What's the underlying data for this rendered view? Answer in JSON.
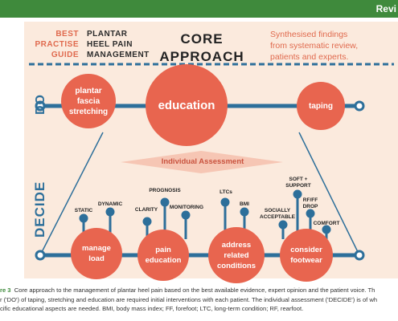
{
  "journal_header": "Revi",
  "header": {
    "left_words": [
      "BEST",
      "PRACTISE",
      "GUIDE"
    ],
    "right_words": [
      "PLANTAR",
      "HEEL PAIN",
      "MANAGEMENT"
    ],
    "title_line1": "CORE",
    "title_line2": "APPROACH",
    "synthesis_lines": [
      "Synthesised findings",
      "from systematic review,",
      "patients and experts."
    ]
  },
  "do_label": "DO",
  "decide_label": "DECIDE",
  "do_nodes": {
    "stretching": "plantar fascia stretching",
    "education": "education",
    "taping": "taping"
  },
  "individual_assessment": "Individual Assessment",
  "decide_nodes": {
    "manage_load": "manage load",
    "pain_education": "pain education",
    "address_conditions": "address related conditions",
    "consider_footwear": "consider footwear"
  },
  "factors": {
    "static": "STATIC",
    "dynamic": "DYNAMIC",
    "prognosis": "PROGNOSIS",
    "clarity": "CLARITY",
    "monitoring": "MONITORING",
    "ltcs": "LTCs",
    "bmi": "BMI",
    "soft_support": "SOFT + SUPPORT",
    "rf_ff_drop": "RF/FF DROP",
    "socially_acceptable": "SOCIALLY ACCEPTABLE",
    "comfort": "COMFORT"
  },
  "caption": {
    "figure_label": "re 3",
    "line1": "Core approach to the management of plantar heel pain based on the best available evidence, expert opinion and the patient voice. Th",
    "line2": "r ('DO') of taping, stretching and education are required initial interventions with each patient. The individual assessment ('DECIDE') is of wh",
    "line3": "cific educational aspects are needed. BMI, body mass index; FF, forefoot; LTC, long-term condition; RF, rearfoot."
  },
  "colors": {
    "node": "#e8654f",
    "line": "#2d6f9a",
    "panel": "#fbeadd",
    "accent": "#e06a4e",
    "header_bar": "#3f8a3c"
  }
}
